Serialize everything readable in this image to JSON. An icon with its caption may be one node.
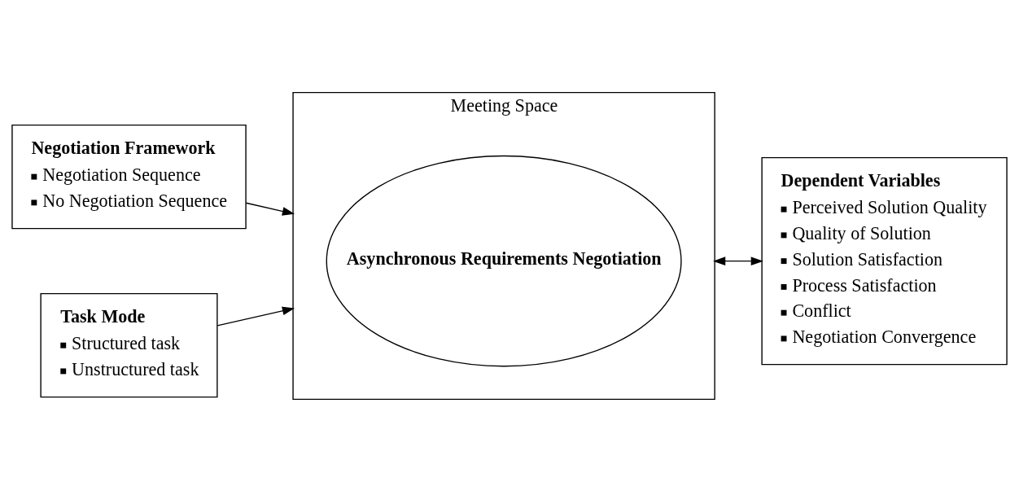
{
  "diagram": {
    "nodes": [
      {
        "text": [
          "Negotiation Framework",
          "Negotiation Sequence",
          "No Negotiation Sequence"
        ]
      },
      {
        "text": [
          "Task Mode",
          "Structured task",
          "Unstructured task"
        ]
      },
      {
        "text": [
          "Meeting Space"
        ]
      },
      {
        "text": [
          "Asynchronous Requirements Negotiation"
        ],
        "in": 2
      },
      {
        "text": [
          "Dependent Variables",
          "Perceived Solution Quality",
          "Quality of Solution",
          "Solution Satisfaction",
          "Process Satisfaction",
          "Conflict",
          "Negotiation Convergence"
        ]
      }
    ],
    "edges": [
      {
        "from": 0,
        "to": 2,
        "arrow": "to"
      },
      {
        "from": 1,
        "to": 2,
        "arrow": "to"
      },
      {
        "from": 2,
        "to": 4,
        "arrow": "both"
      }
    ]
  }
}
